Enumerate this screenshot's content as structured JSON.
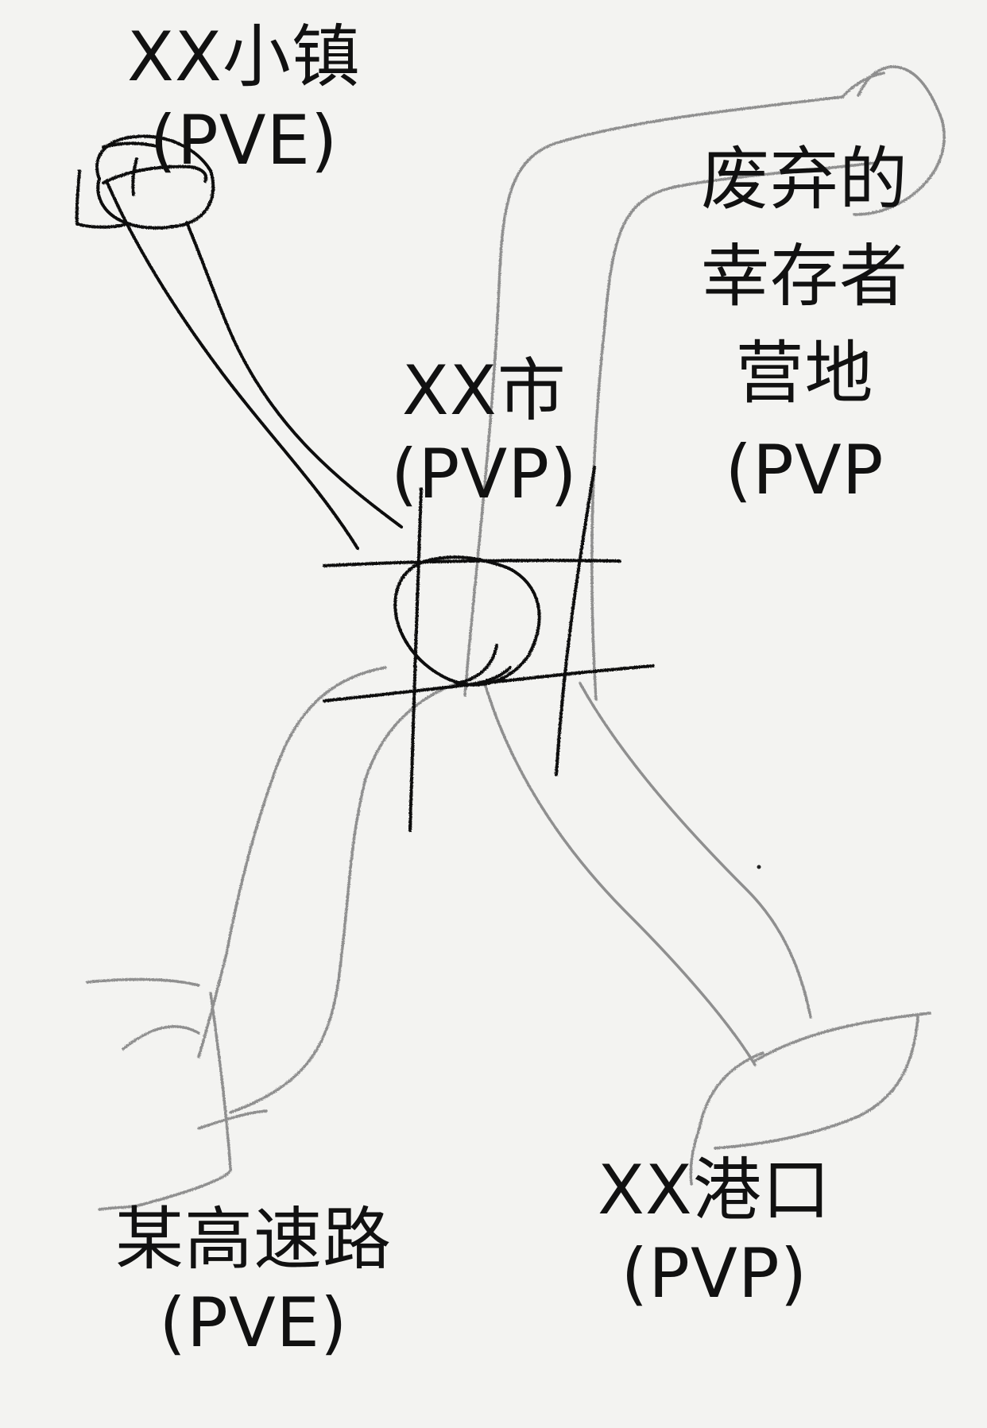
{
  "labels": {
    "town": {
      "name": "XX小镇",
      "mode": "(PVE)"
    },
    "city": {
      "name": "XX市",
      "mode": "(PVP)"
    },
    "camp": {
      "line1": "废弃的",
      "line2": "幸存者",
      "line3": "营地",
      "mode": "(PVP"
    },
    "highway": {
      "name": "某高速路",
      "mode": "(PVE)"
    },
    "port": {
      "name": "XX港口",
      "mode": "(PVP)"
    }
  },
  "colors": {
    "background": "#f3f3f1",
    "ink": "#111111",
    "pencil": "#8f8f8f"
  }
}
